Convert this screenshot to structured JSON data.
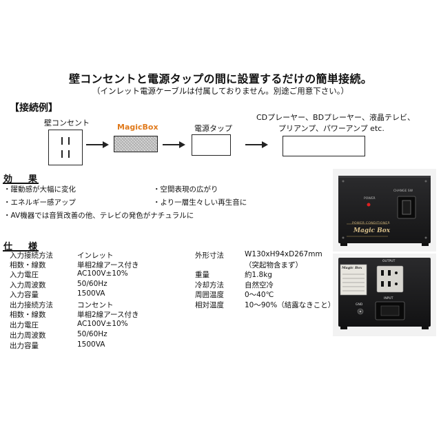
{
  "headline": "壁コンセントと電源タップの間に設置するだけの簡単接続。",
  "subline": "（インレット電源ケーブルは付属しておりません。別途ご用意下さい。）",
  "example_title": "【接続例】",
  "diagram": {
    "outlet_label": "壁コンセント",
    "magicbox_label": "MagicBox",
    "tap_label": "電源タップ",
    "devices_line1": "CDプレーヤー、BDプレーヤー、液晶テレビ、",
    "devices_line2": "プリアンプ、パワーアンプ etc."
  },
  "effects": {
    "title": "効　果",
    "items": [
      "・躍動感が大幅に変化",
      "・空間表現の広がり",
      "・エネルギー感アップ",
      "・より一層生々しい再生音に",
      "・AV機器では音質改善の他、テレビの発色がナチュラルに"
    ]
  },
  "specs": {
    "title": "仕　様",
    "left": [
      {
        "k": "入力接続方法",
        "v": "インレット"
      },
      {
        "k": "相数・線数",
        "v": "単相2線アース付き"
      },
      {
        "k": "入力電圧",
        "v": "AC100V±10%"
      },
      {
        "k": "入力周波数",
        "v": "50/60Hz"
      },
      {
        "k": "入力容量",
        "v": "1500VA"
      },
      {
        "k": "出力接続方法",
        "v": "コンセント"
      },
      {
        "k": "相数・線数",
        "v": "単相2線アース付き"
      },
      {
        "k": "出力電圧",
        "v": "AC100V±10%"
      },
      {
        "k": "出力周波数",
        "v": "50/60Hz"
      },
      {
        "k": "出力容量",
        "v": "1500VA"
      }
    ],
    "right": [
      {
        "k": "外形寸法",
        "v": "W130xH94xD267mm"
      },
      {
        "k": "",
        "v": "（突起物含まず）"
      },
      {
        "k": "重量",
        "v": "約1.8kg"
      },
      {
        "k": "冷却方法",
        "v": "自然空冷"
      },
      {
        "k": "周囲温度",
        "v": "0～40℃"
      },
      {
        "k": "相対温度",
        "v": "10～90%（結露なきこと）"
      }
    ]
  },
  "front_panel": {
    "brand_small": "POWER CONDITIONER",
    "brand": "Magic Box",
    "led_label": "POWER",
    "switch_label": "CHANGE SW"
  },
  "rear_panel": {
    "outlet_label": "OUTPUT",
    "inlet_label": "INPUT",
    "sticker_title": "Magic Box",
    "gnd_label": "GND"
  }
}
